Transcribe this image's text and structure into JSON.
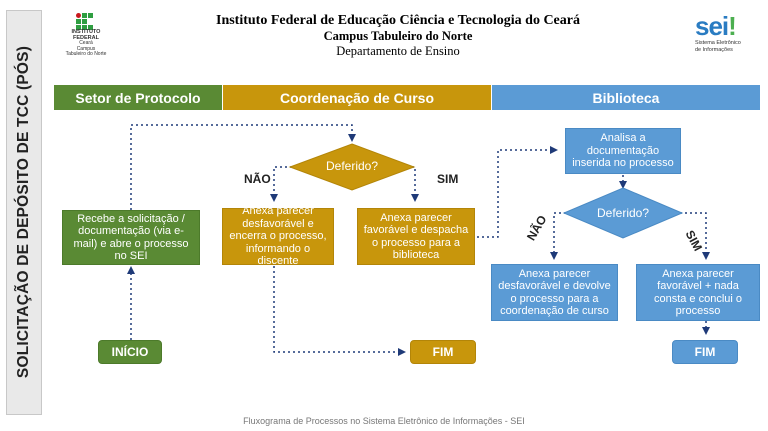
{
  "side_title": "SOLICITAÇÃO DE DEPÓSITO DE TCC (PÓS)",
  "header": {
    "institution": "Instituto Federal de Educação Ciência e Tecnologia do Ceará",
    "campus": "Campus Tabuleiro do Norte",
    "department": "Departamento de Ensino"
  },
  "ifce_logo": {
    "line1": "INSTITUTO",
    "line2": "FEDERAL",
    "line3": "Ceará",
    "line4": "Campus",
    "line5": "Tabuleiro do Norte",
    "colors": {
      "green": "#2f9e41",
      "red": "#c8191e"
    }
  },
  "sei_logo": {
    "word": "sei",
    "exclaim": "!",
    "sub1": "Sistema Eletrônico",
    "sub2": "de Informações"
  },
  "lanes": {
    "protocolo": "Setor de Protocolo",
    "coordenacao": "Coordenação de Curso",
    "biblioteca": "Biblioteca"
  },
  "nodes": {
    "inicio": "INÍCIO",
    "recebe": "Recebe a solicitação / documentação (via e-mail) e abre o processo no SEI",
    "deferido_coord": "Deferido?",
    "nao_coord": "NÃO",
    "sim_coord": "SIM",
    "anexa_desfav_coord": "Anexa parecer desfavorável e encerra o processo, informando o discente",
    "anexa_fav_coord": "Anexa parecer favorável e despacha o processo para a biblioteca",
    "fim_coord": "FIM",
    "analisa": "Analisa a documentação inserida no processo",
    "deferido_bib": "Deferido?",
    "nao_bib": "NÃO",
    "sim_bib": "SIM",
    "anexa_desfav_bib": "Anexa parecer desfavorável e devolve o processo para a coordenação de curso",
    "anexa_fav_bib": "Anexa parecer favorável + nada consta e conclui o processo",
    "fim_bib": "FIM"
  },
  "caption": "Fluxograma de Processos no Sistema Eletrônico de Informações - SEI",
  "colors": {
    "protocolo_green": "#5a8a34",
    "coordenacao_gold": "#c8960c",
    "biblioteca_blue": "#5b9bd5",
    "connector": "#1f3a78"
  }
}
